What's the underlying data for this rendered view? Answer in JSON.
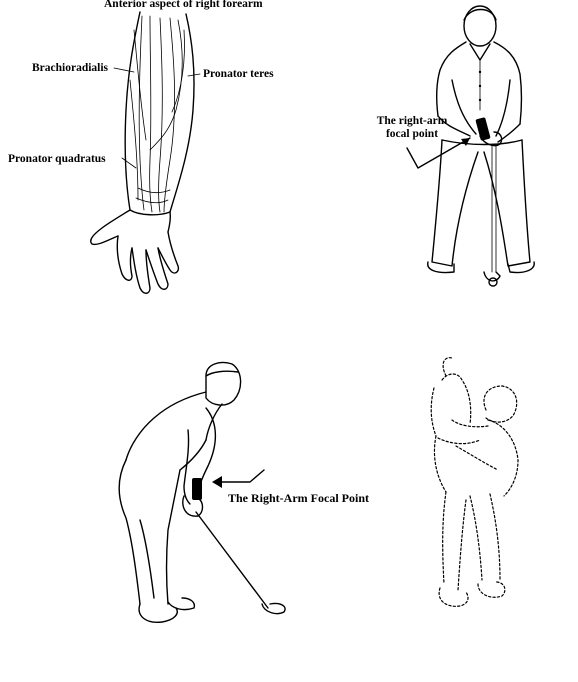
{
  "labels": {
    "forearm_title": "Anterior aspect of right forearm",
    "brachioradialis": "Brachioradialis",
    "pronator_teres": "Pronator teres",
    "pronator_quadratus": "Pronator quadratus",
    "focal_point_small_line1": "The right-arm",
    "focal_point_small_line2": "focal point",
    "focal_point_large": "The Right-Arm Focal Point"
  }
}
